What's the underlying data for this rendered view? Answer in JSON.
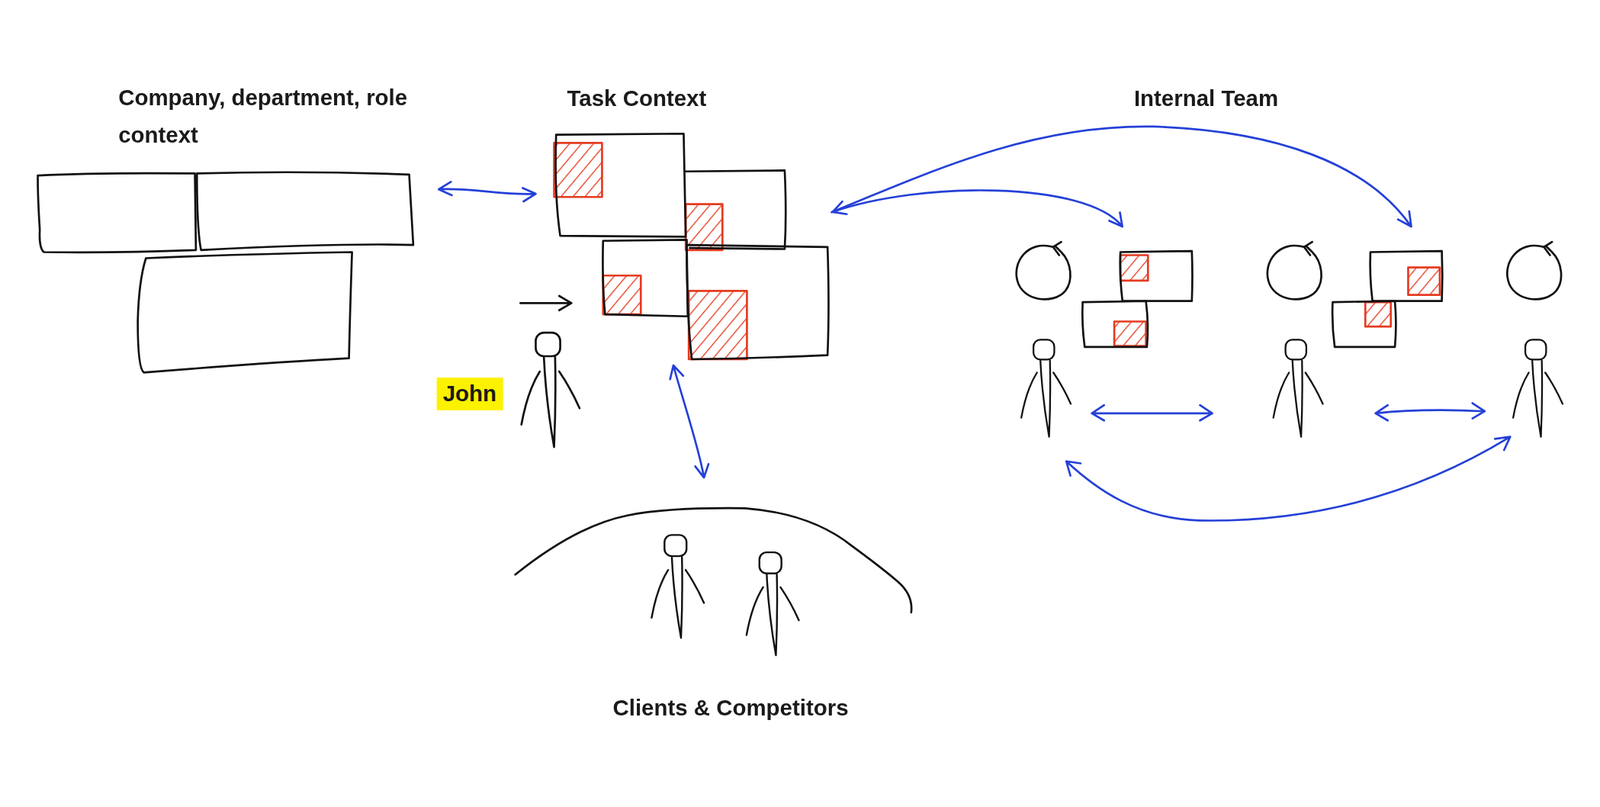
{
  "diagram": {
    "nodes": [
      {
        "text": [
          "Company, department, role context"
        ]
      },
      {
        "text": [
          "Task Context"
        ]
      },
      {
        "text": [
          "Internal Team"
        ]
      },
      {
        "text": [
          "Clients & Competitors"
        ]
      }
    ],
    "edges": [
      {
        "from": 0,
        "to": 1,
        "arrow": "both"
      },
      {
        "from": 1,
        "to": 2,
        "arrow": "both"
      },
      {
        "from": 1,
        "to": 3,
        "arrow": "both"
      }
    ],
    "labels": [
      "John"
    ]
  }
}
